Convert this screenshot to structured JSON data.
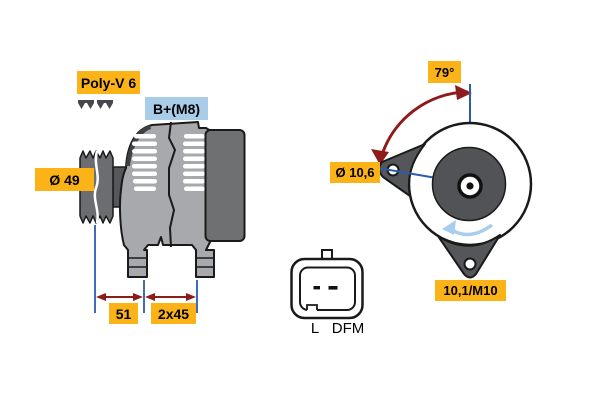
{
  "side_view": {
    "belt_label": "Poly-V 6",
    "terminal_label": "B+(M8)",
    "pulley_diameter_label": "Ø 49",
    "dim_pulley": "51",
    "dim_mounting": "2x45"
  },
  "rear_view": {
    "angle_label": "79°",
    "hole_diameter_label": "Ø 10,6",
    "mounting_hole_label": "10,1/M10"
  },
  "connector": {
    "pin_left_label": "L",
    "pin_right_label": "DFM"
  },
  "colors": {
    "label_yellow": "#FBB317",
    "label_blue": "#A9CDE9",
    "dim_blue": "#2A5CAA",
    "arrow_red": "#8E1B1B",
    "rotation_blue": "#A9CDEC",
    "body_gray": "#A7A9AC",
    "dark_gray": "#6E7072",
    "pulley_gray": "#6B6D70",
    "lug_gray": "#54565A"
  }
}
